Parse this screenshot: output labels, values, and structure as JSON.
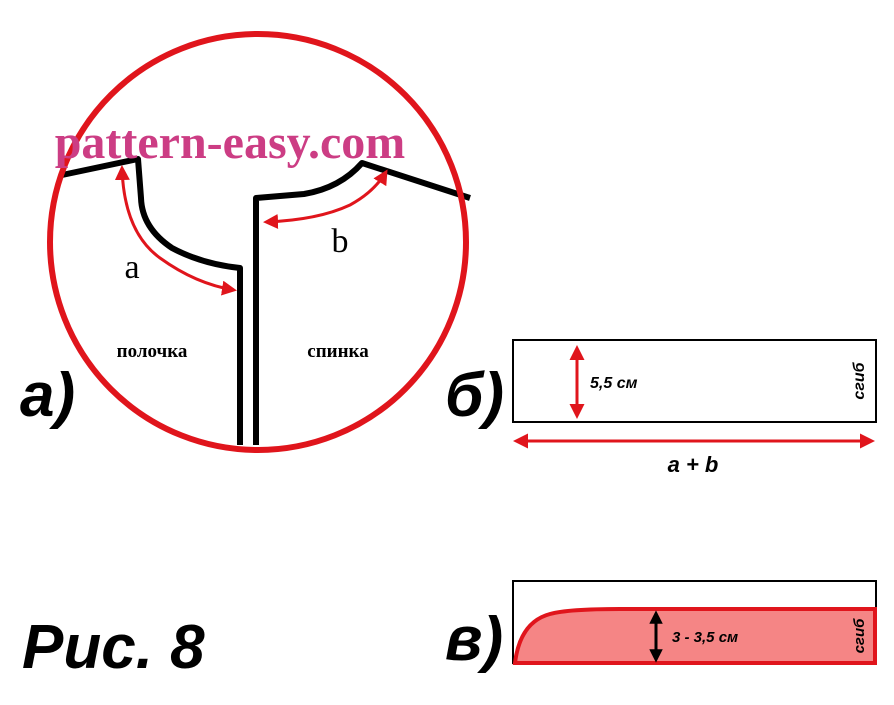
{
  "watermark": "pattern-easy.com",
  "colors": {
    "circle": "#e0151c",
    "arrow": "#e0151c",
    "outline": "#000000",
    "watermark": "#cc3d84",
    "strip_fill": "#f58585"
  },
  "panel_a": {
    "label": "а)",
    "front_label": "полочка",
    "back_label": "спинка",
    "arrow_a_label": "a",
    "arrow_b_label": "b"
  },
  "panel_b": {
    "label": "б)",
    "height_label": "5,5 см",
    "length_label": "a + b",
    "fold_label": "сгиб"
  },
  "panel_c": {
    "label": "в)",
    "height_label": "3 - 3,5 см",
    "fold_label": "сгиб"
  },
  "figure_caption": "Рис. 8"
}
